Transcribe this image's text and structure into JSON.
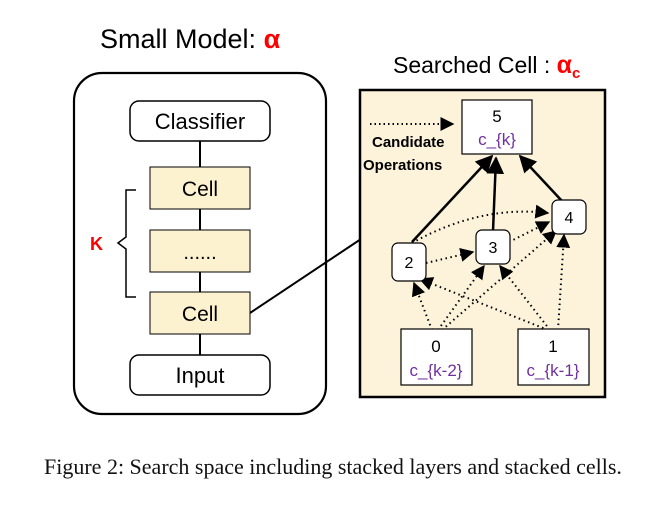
{
  "small_model": {
    "title": "Small Model: ",
    "alpha": "α",
    "k_label": "K",
    "layers": {
      "classifier": "Classifier",
      "cell_top": "Cell",
      "ellipsis": "......",
      "cell_bottom": "Cell",
      "input": "Input"
    }
  },
  "searched_cell": {
    "title": "Searched Cell : ",
    "alpha": "α",
    "alpha_sub": "c",
    "legend": {
      "line1": "Candidate",
      "line2": "Operations"
    },
    "nodes": {
      "n5": {
        "id": "5",
        "label": "c_{k}"
      },
      "n4": {
        "id": "4"
      },
      "n3": {
        "id": "3"
      },
      "n2": {
        "id": "2"
      },
      "n0": {
        "id": "0",
        "label": "c_{k-2}"
      },
      "n1": {
        "id": "1",
        "label": "c_{k-1}"
      }
    }
  },
  "colors": {
    "cell_fill": "#fdf2d0",
    "panel_fill": "#fcf3da",
    "alpha": "#ff0000",
    "node_label": "#7030a0"
  },
  "caption": "Figure 2: Search space including stacked layers and stacked cells."
}
